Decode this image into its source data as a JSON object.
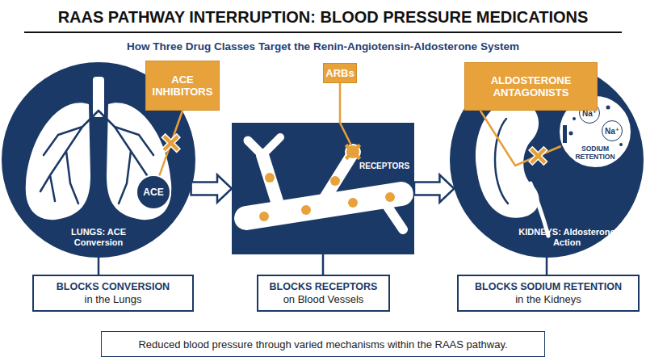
{
  "diagram": {
    "title": "RAAS PATHWAY INTERRUPTION: BLOOD PRESSURE MEDICATIONS",
    "nodes": [
      {
        "text": [
          "ACE INHIBITORS"
        ]
      },
      {
        "text": [
          "LUNGS: ACE Conversion"
        ]
      },
      {
        "text": [
          "ACE"
        ],
        "in": 1
      },
      {
        "text": [
          "BLOCKS CONVERSION",
          "in the Lungs"
        ]
      },
      {
        "text": [
          "ARBs"
        ]
      },
      {
        "text": [
          "RECEPTORS"
        ]
      },
      {
        "text": [
          "BLOCKS RECEPTORS",
          "on Blood Vessels"
        ]
      },
      {
        "text": [
          "ALDOSTERONE ANTAGONISTS"
        ]
      },
      {
        "text": [
          "KIDNEYS: Aldosterone Action"
        ]
      },
      {
        "text": [
          "Na⁺",
          "Na⁺",
          "SODIUM RETENTION"
        ],
        "in": 8
      },
      {
        "text": [
          "BLOCKS SODIUM RETENTION",
          "in the Kidneys"
        ]
      },
      {
        "text": [
          "Reduced blood pressure through varied mechanisms within the RAAS pathway."
        ]
      }
    ],
    "edges": [
      {
        "from": 0,
        "to": 2,
        "arrow": "none"
      },
      {
        "from": 1,
        "to": 5,
        "arrow": "to"
      },
      {
        "from": 4,
        "to": 5,
        "arrow": "none"
      },
      {
        "from": 5,
        "to": 8,
        "arrow": "to"
      },
      {
        "from": 7,
        "to": 9,
        "arrow": "none"
      },
      {
        "from": 1,
        "to": 3,
        "arrow": "none"
      },
      {
        "from": 5,
        "to": 6,
        "arrow": "none"
      },
      {
        "from": 8,
        "to": 10,
        "arrow": "none"
      }
    ],
    "labels": [
      "How Three Drug Classes Target the Renin-Angiotensin-Aldosterone System"
    ]
  }
}
